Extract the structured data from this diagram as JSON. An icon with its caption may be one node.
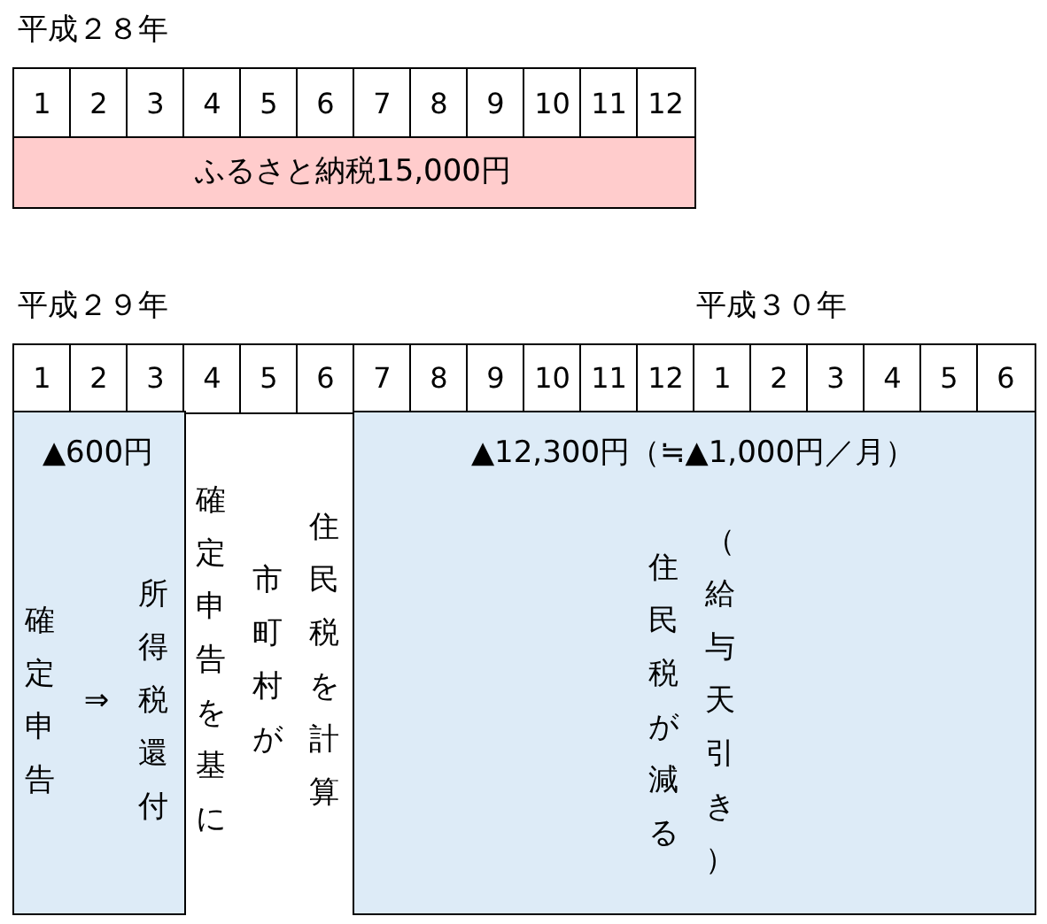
{
  "diagram": {
    "nodes": [
      {
        "text": [
          "ふるさと納税15,000円"
        ]
      },
      {
        "text": [
          "▲600円",
          "確定申告",
          "⇒",
          "所得税還付"
        ]
      },
      {
        "text": [
          "▲12,300円（≒▲1,000円／月）",
          "住民税が減る",
          "（給与天引き）"
        ]
      }
    ],
    "labels": [
      "平成２８年",
      "1",
      "2",
      "3",
      "4",
      "5",
      "6",
      "7",
      "8",
      "9",
      "10",
      "11",
      "12",
      "平成２９年",
      "平成３０年",
      "1",
      "2",
      "3",
      "4",
      "5",
      "6",
      "7",
      "8",
      "9",
      "10",
      "11",
      "12",
      "1",
      "2",
      "3",
      "4",
      "5",
      "6",
      "確定申告を基に",
      "市町村が",
      "住民税を計算"
    ]
  }
}
